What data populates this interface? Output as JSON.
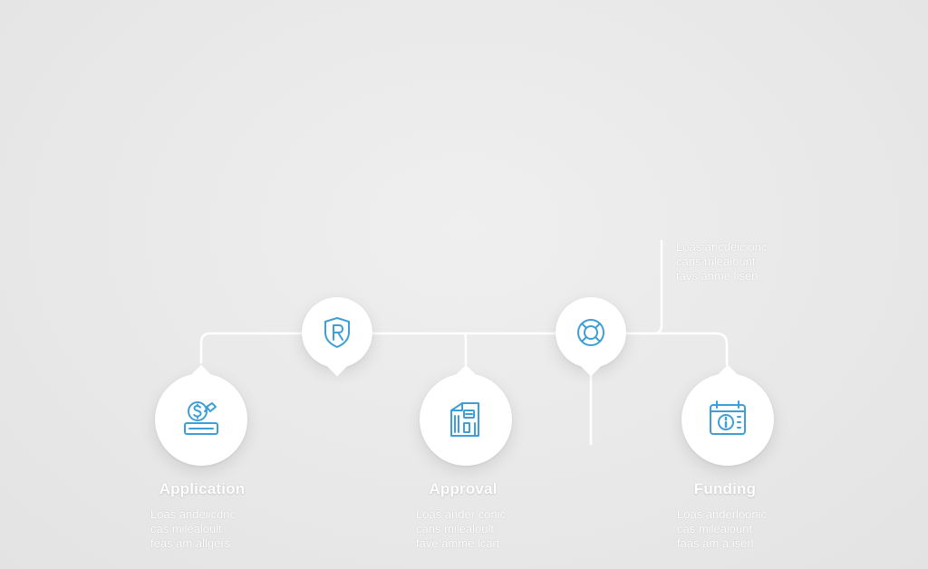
{
  "colors": {
    "background": "#e9e9e9",
    "line": "#ffffff",
    "icon_accent": "#3d9fd6"
  },
  "stages": [
    {
      "id": "application",
      "title": "Application",
      "icon": "dollar-coin-card-icon",
      "description": [
        "Loas andeiicdnc",
        "cas milealoult",
        "feas am allgers"
      ]
    },
    {
      "id": "approval",
      "title": "Approval",
      "icon": "document-building-icon",
      "description": [
        "Loas ander conic",
        "cans milealoult",
        "fave amme lcart."
      ]
    },
    {
      "id": "funding",
      "title": "Funding",
      "icon": "calendar-dollar-icon",
      "description": [
        "Loas anderloonic",
        "cas mileaiount",
        "faas am a iserl."
      ]
    }
  ],
  "connectors": [
    {
      "id": "shield",
      "icon": "shield-r-icon"
    },
    {
      "id": "lifebuoy",
      "icon": "lifebuoy-icon"
    }
  ],
  "callout": {
    "lines": [
      "Loas ancdeicionc",
      "cans mleaiount",
      "tavs anme lisen."
    ]
  }
}
